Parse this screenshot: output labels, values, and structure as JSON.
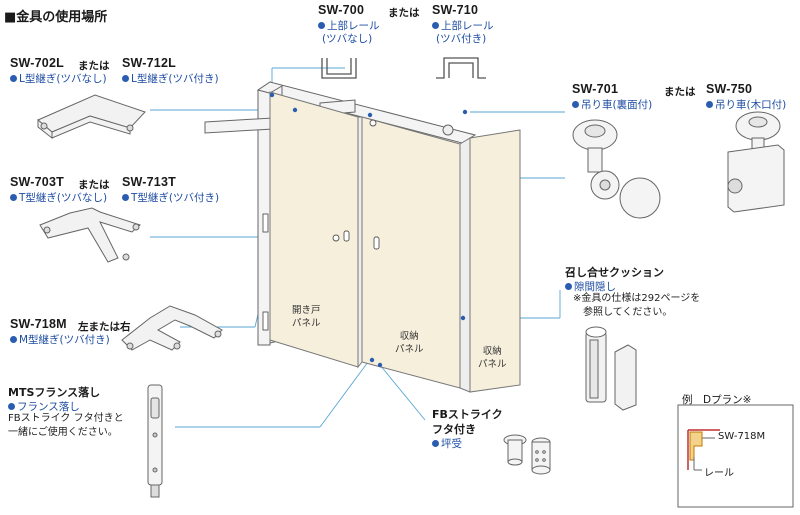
{
  "section_title": "■金具の使用場所",
  "conjunction": "または",
  "items": {
    "sw700": {
      "code": "SW-700",
      "desc1": "上部レール",
      "desc2": "(ツバなし)"
    },
    "sw710": {
      "code": "SW-710",
      "desc1": "上部レール",
      "desc2": "(ツバ付き)"
    },
    "sw702l": {
      "code": "SW-702L",
      "desc": "L型継ぎ(ツバなし)"
    },
    "sw712l": {
      "code": "SW-712L",
      "desc": "L型継ぎ(ツバ付き)"
    },
    "sw703t": {
      "code": "SW-703T",
      "desc": "T型継ぎ(ツバなし)"
    },
    "sw713t": {
      "code": "SW-713T",
      "desc": "T型継ぎ(ツバ付き)"
    },
    "sw718m": {
      "code": "SW-718M",
      "suffix": "左または右",
      "desc": "M型継ぎ(ツバ付き)"
    },
    "sw701": {
      "code": "SW-701",
      "desc": "吊り車(裏面付)"
    },
    "sw750": {
      "code": "SW-750",
      "desc": "吊り車(木口付)"
    },
    "cushion": {
      "title": "召し合せクッション",
      "desc": "隙間隠し",
      "note1": "※金具の仕様は292ページを",
      "note2": "参照してください。"
    },
    "mts": {
      "title": "MTSフランス落し",
      "desc": "フランス落し",
      "note1": "FBストライク フタ付きと",
      "note2": "一緒にご使用ください。"
    },
    "fb": {
      "title1": "FBストライク",
      "title2": "フタ付き",
      "desc": "坪受"
    }
  },
  "panels": {
    "door": [
      "開き戸",
      "パネル"
    ],
    "storage1": [
      "収納",
      "パネル"
    ],
    "storage2": [
      "収納",
      "パネル"
    ]
  },
  "plan": {
    "title": "例　Dプラン※",
    "sw718m": "SW-718M",
    "rail": "レール"
  },
  "colors": {
    "accent_blue": "#1f4ea3",
    "panel_fill": "#f6efdc",
    "line_blue": "#5aa6d6"
  }
}
